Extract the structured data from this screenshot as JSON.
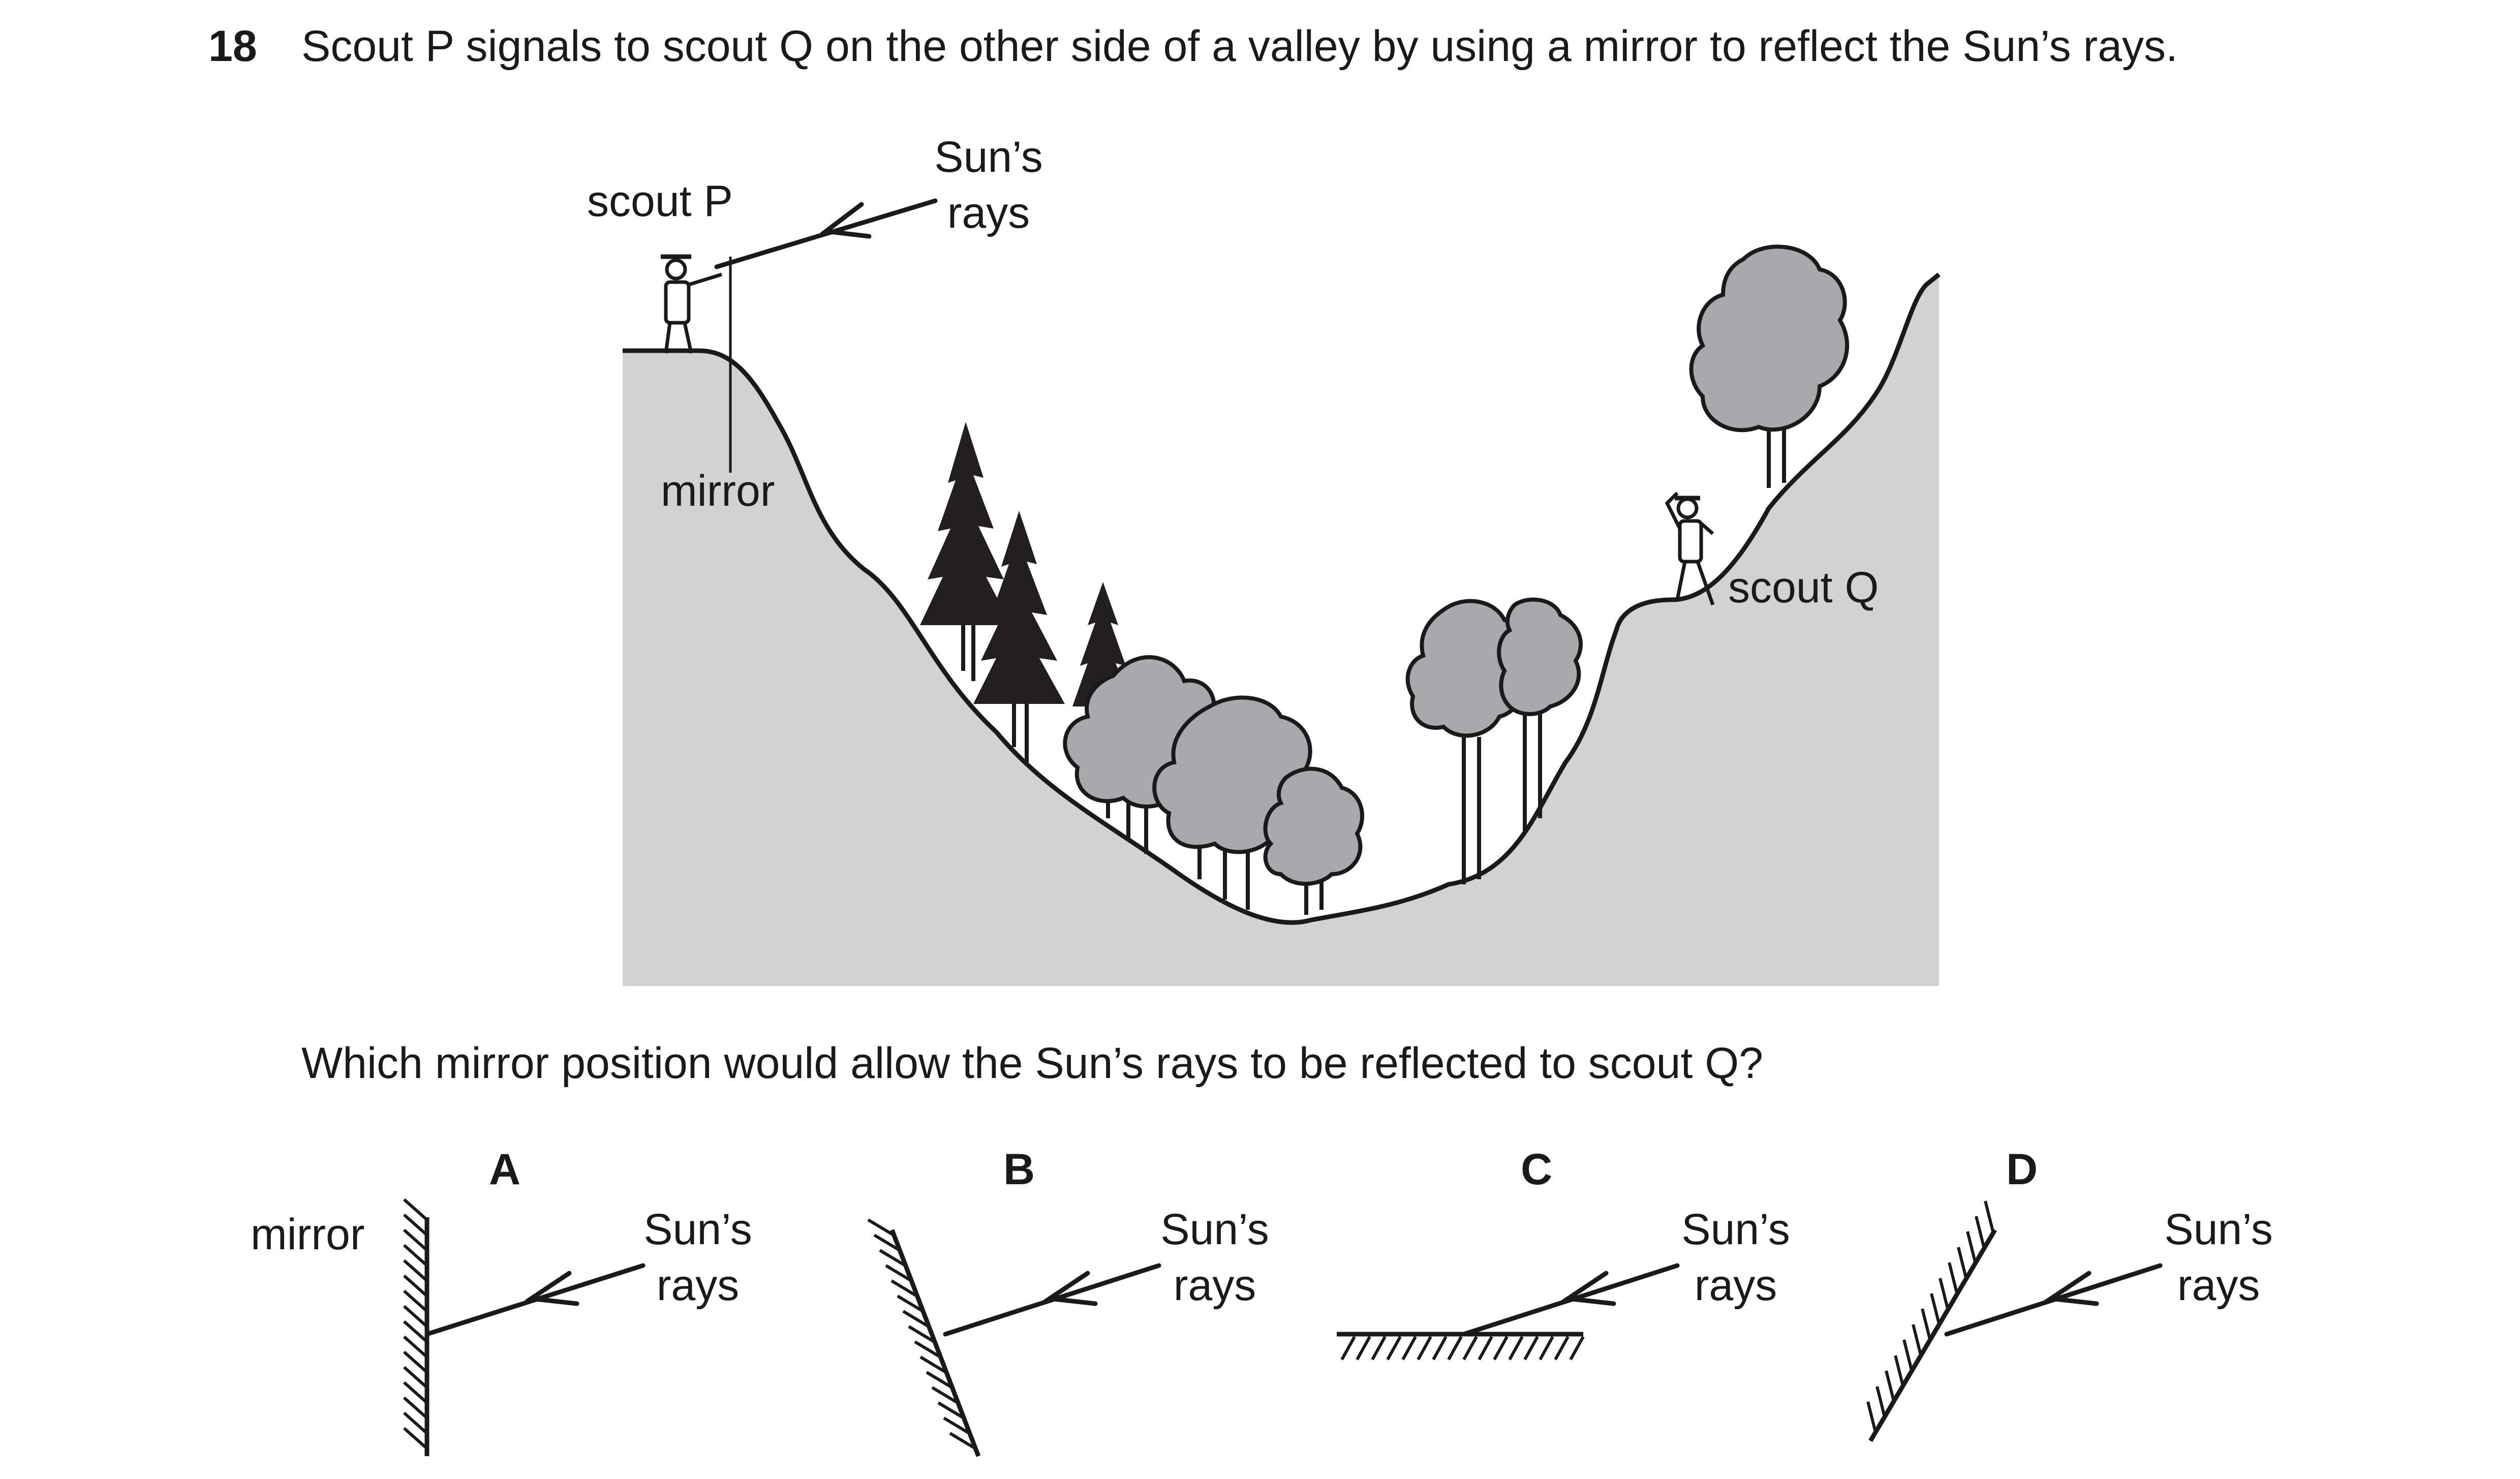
{
  "question": {
    "number": "18",
    "text": "Scout P signals to scout Q on the other side of a valley by using a mirror to reflect the Sun’s rays.",
    "prompt": "Which mirror position would allow the Sun’s rays to be reflected to scout Q?"
  },
  "diagram": {
    "scout_p_label": "scout P",
    "scout_q_label": "scout Q",
    "mirror_label": "mirror",
    "suns_line1": "Sun’s",
    "suns_line2": "rays",
    "colors": {
      "ground": "#d1d2d4",
      "deciduous": "#a7a9ac",
      "conifer": "#231f20",
      "line": "#1a1a1a"
    }
  },
  "options": [
    {
      "letter": "A",
      "suns_line1": "Sun’s",
      "suns_line2": "rays",
      "mirror_label": "mirror"
    },
    {
      "letter": "B",
      "suns_line1": "Sun’s",
      "suns_line2": "rays"
    },
    {
      "letter": "C",
      "suns_line1": "Sun’s",
      "suns_line2": "rays"
    },
    {
      "letter": "D",
      "suns_line1": "Sun’s",
      "suns_line2": "rays"
    }
  ]
}
